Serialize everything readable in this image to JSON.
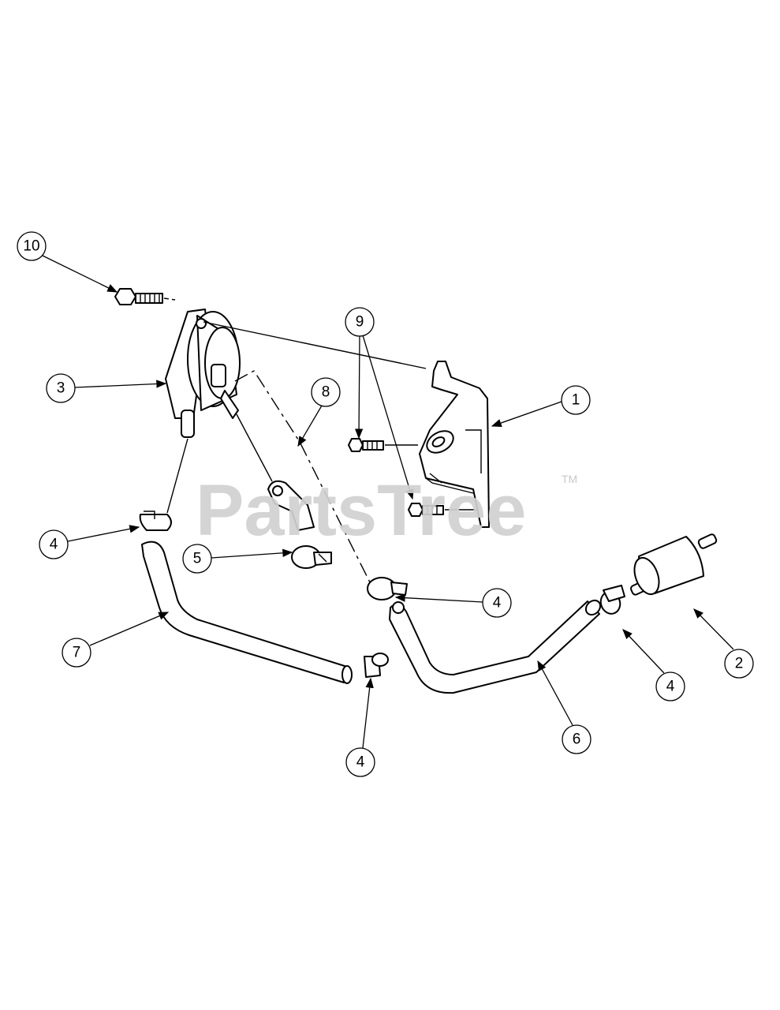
{
  "watermark": {
    "text": "PartsTree",
    "trademark": "TM"
  },
  "callouts": [
    "10",
    "3",
    "9",
    "8",
    "1",
    "4",
    "5",
    "4",
    "7",
    "2",
    "4",
    "6",
    "4"
  ],
  "colors": {
    "line": "#000000",
    "watermark": "#d0d0d0",
    "background": "#ffffff"
  }
}
